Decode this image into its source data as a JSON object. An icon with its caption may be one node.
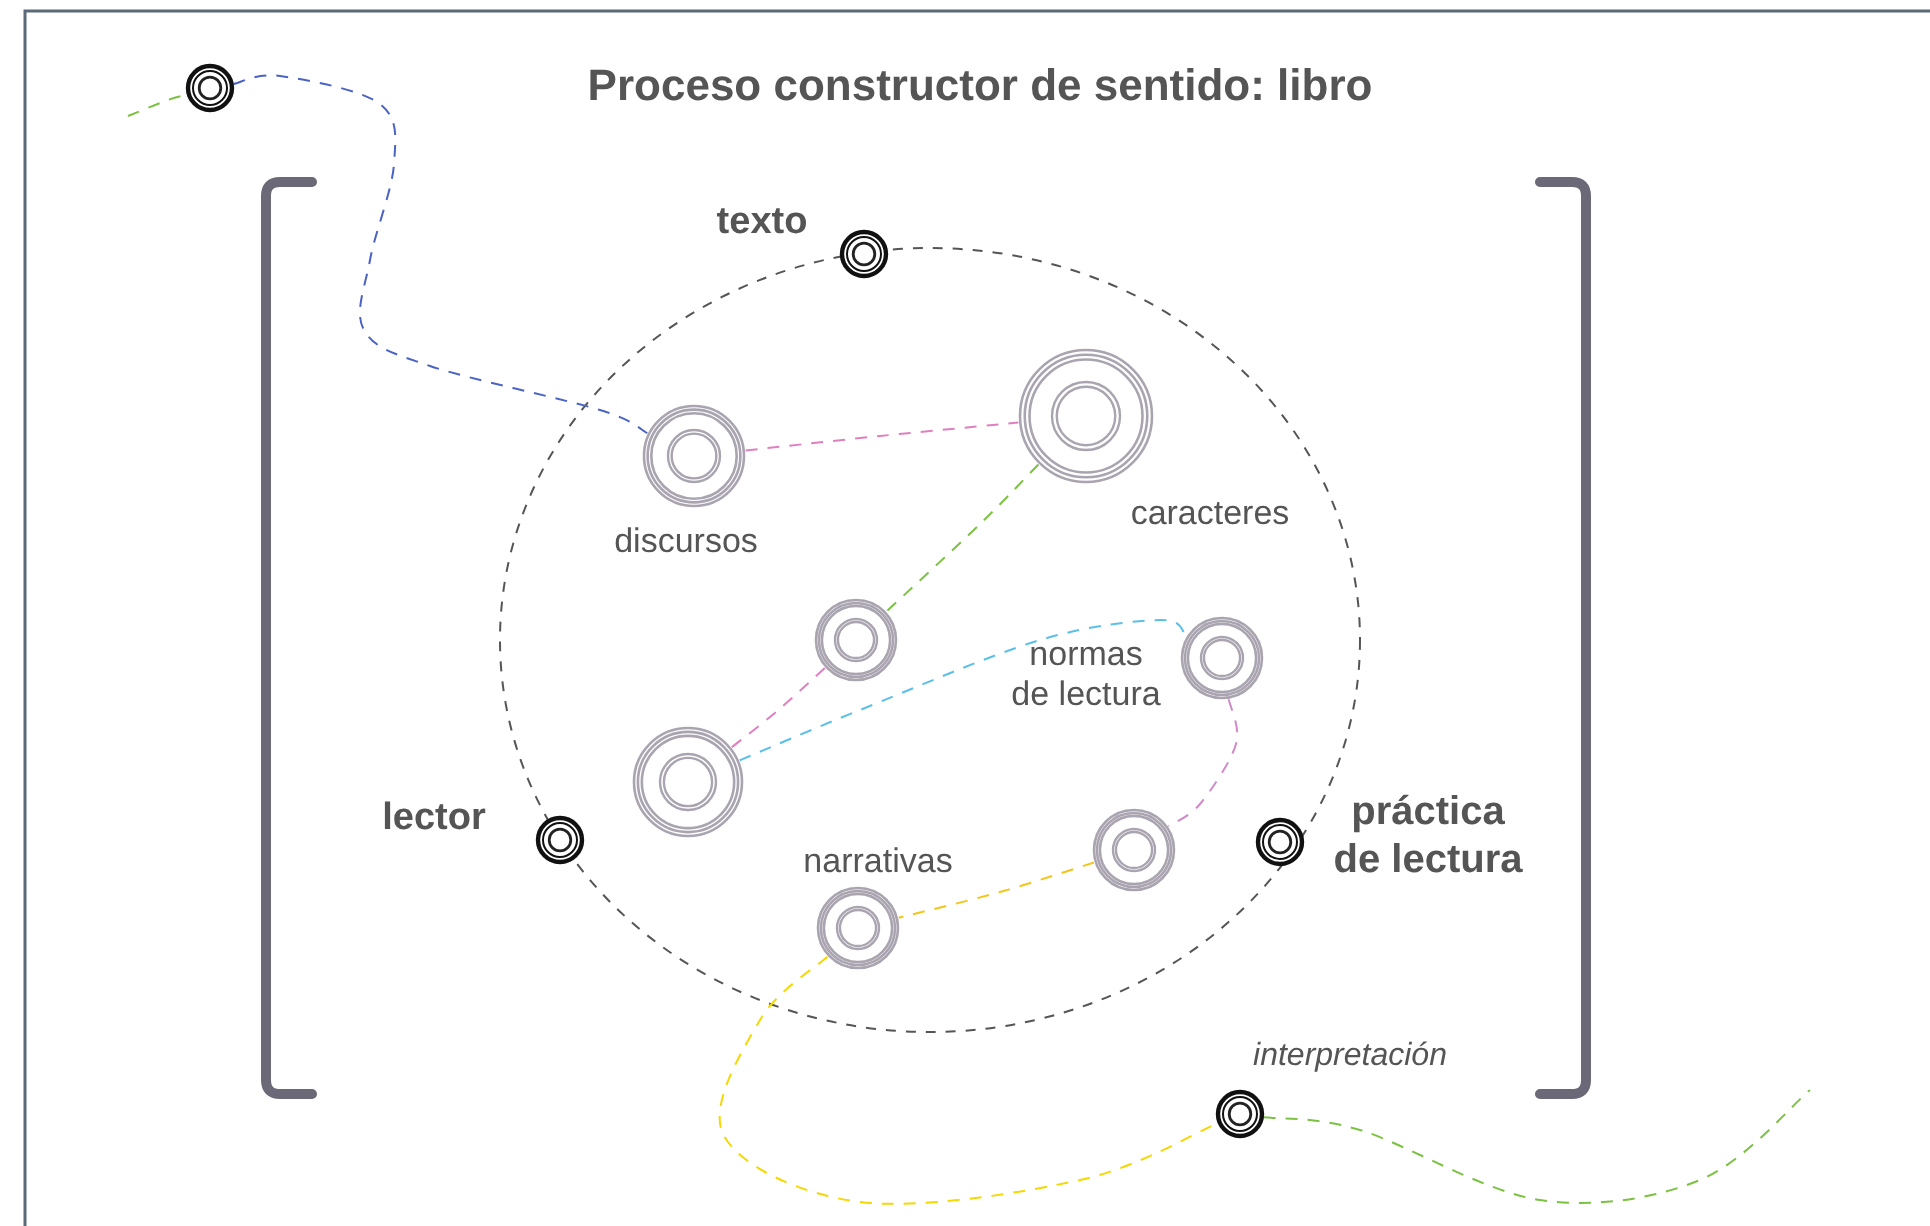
{
  "diagram": {
    "title": "Proceso constructor de sentido: libro",
    "nodes": [
      {
        "text": [],
        "shape": "circle"
      },
      {
        "text": [
          "texto"
        ]
      },
      {
        "text": [
          "discursos"
        ]
      },
      {
        "text": [
          "caracteres"
        ]
      },
      {
        "text": [],
        "shape": "circle"
      },
      {
        "text": [
          "normas de lectura"
        ]
      },
      {
        "text": [],
        "shape": "circle"
      },
      {
        "text": [
          "lector"
        ]
      },
      {
        "text": [],
        "shape": "circle"
      },
      {
        "text": [
          "práctica de lectura"
        ]
      },
      {
        "text": [
          "narrativas"
        ]
      },
      {
        "text": [
          "interpretación"
        ]
      }
    ],
    "edges": [
      {
        "from": null,
        "to": 0,
        "arrow": "none",
        "color": "#7cc242"
      },
      {
        "from": 0,
        "to": 2,
        "arrow": "none",
        "color": "#4a63c4"
      },
      {
        "from": 2,
        "to": 3,
        "arrow": "none",
        "color": "#e07fc0"
      },
      {
        "from": 3,
        "to": 4,
        "arrow": "none",
        "color": "#7cc242"
      },
      {
        "from": 4,
        "to": 6,
        "arrow": "none",
        "color": "#e07fc0"
      },
      {
        "from": 6,
        "to": 5,
        "arrow": "none",
        "color": "#5bc0e8"
      },
      {
        "from": 5,
        "to": 8,
        "arrow": "none",
        "color": "#d08ac8"
      },
      {
        "from": 8,
        "to": 10,
        "arrow": "none",
        "color": "#f5c518"
      },
      {
        "from": 10,
        "to": 11,
        "arrow": "none",
        "color": "#f5d800"
      },
      {
        "from": 11,
        "to": null,
        "arrow": "none",
        "color": "#7cc242"
      }
    ]
  }
}
